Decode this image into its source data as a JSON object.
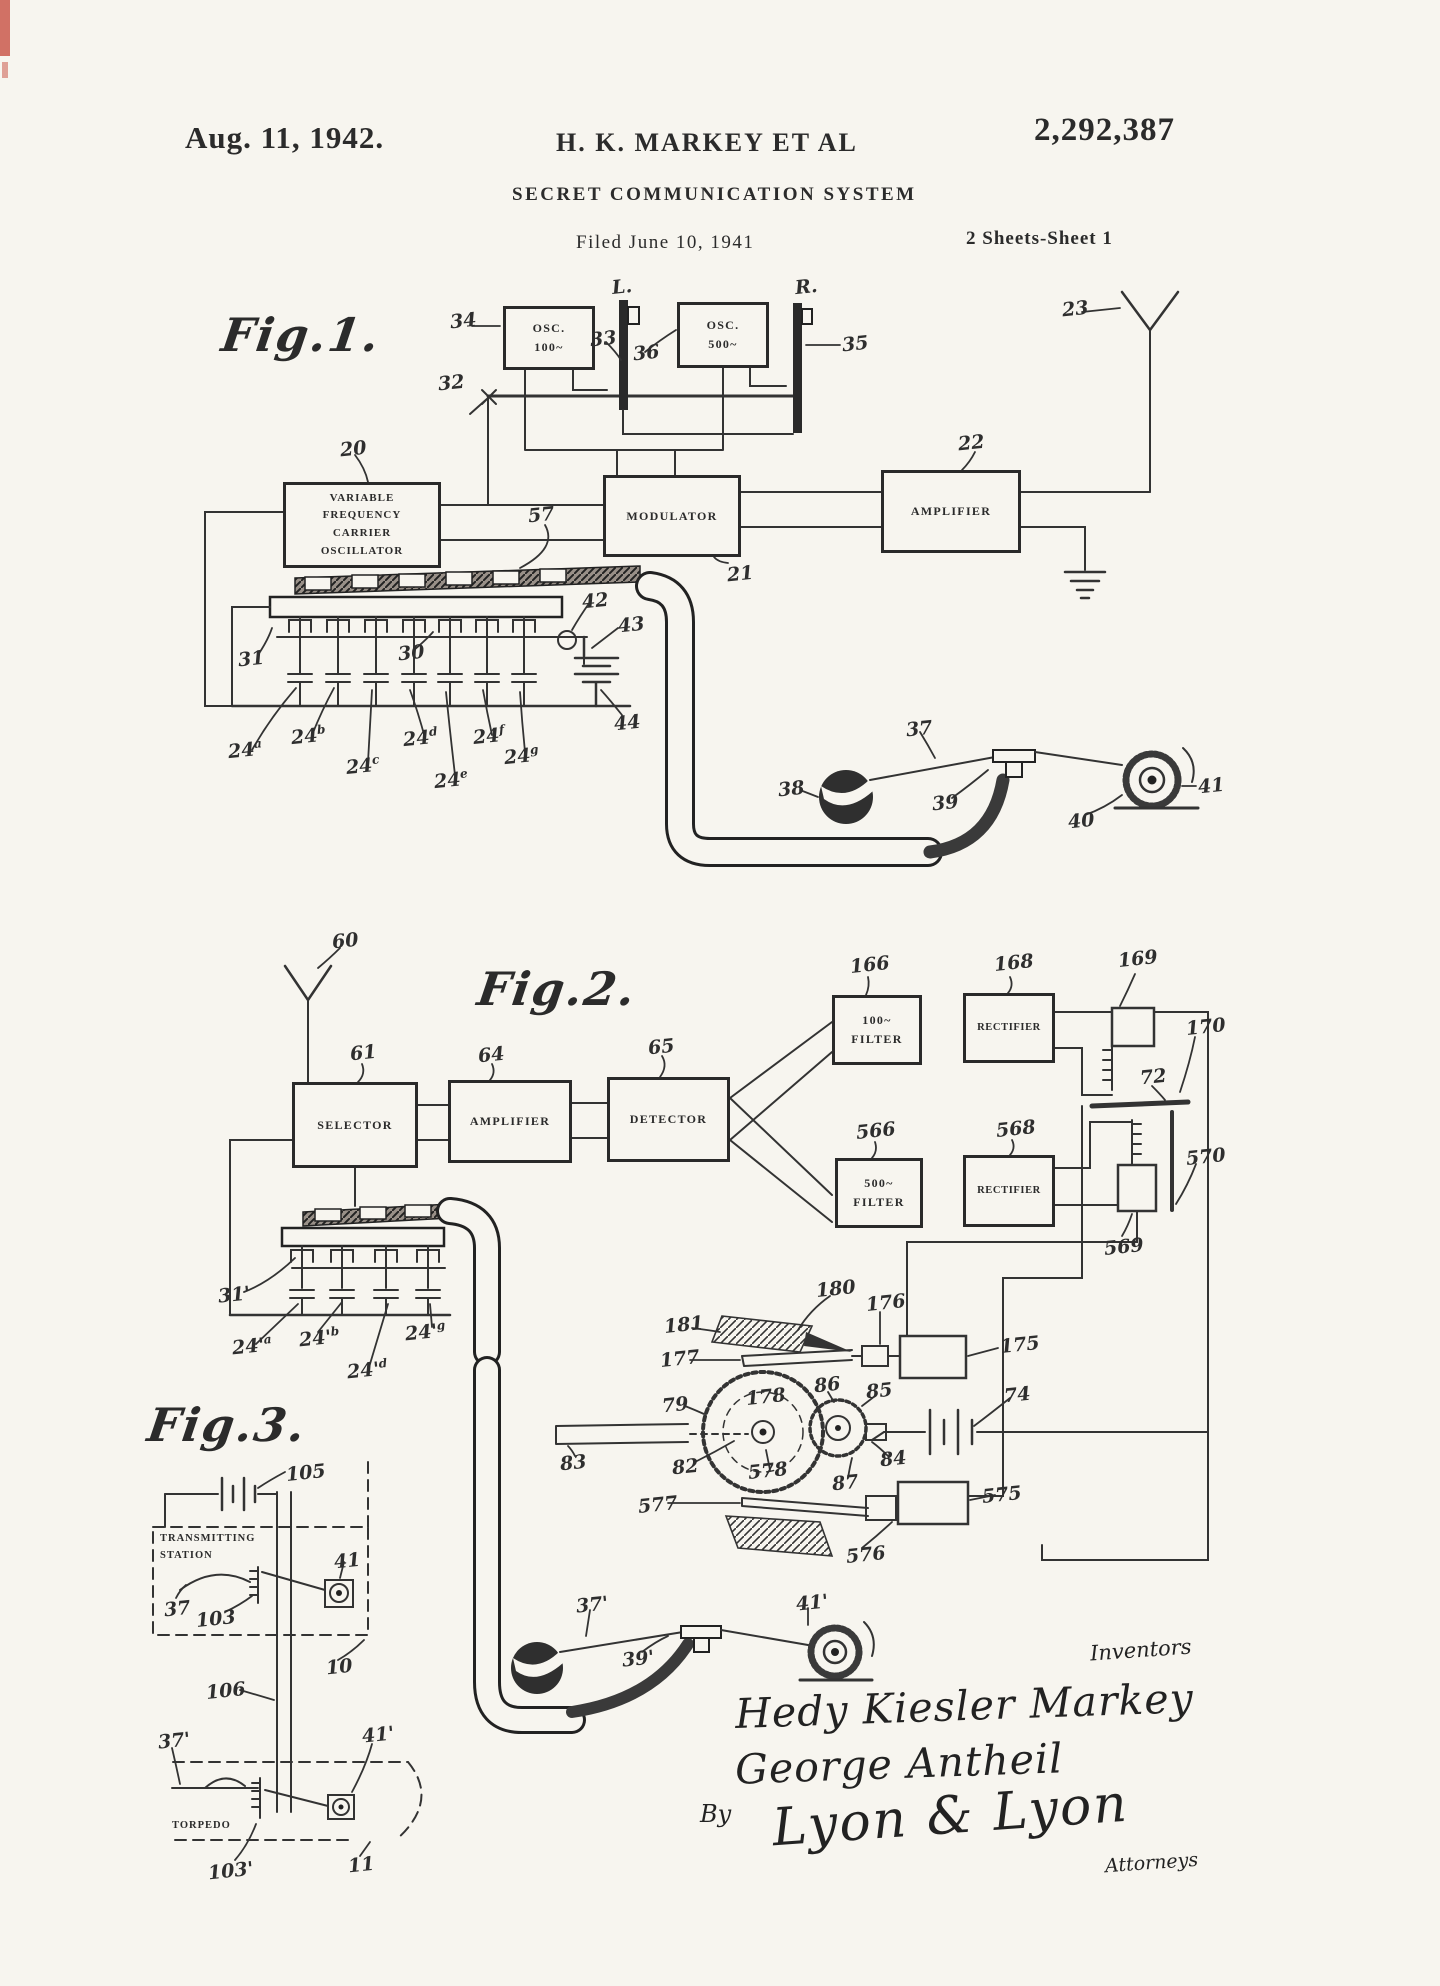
{
  "header": {
    "date": "Aug. 11, 1942.",
    "applicant": "H. K. MARKEY ET AL",
    "patent_number": "2,292,387",
    "doc_title": "SECRET COMMUNICATION SYSTEM",
    "filed": "Filed June 10, 1941",
    "sheet_info": "2 Sheets-Sheet 1"
  },
  "fig1": {
    "caption": "Fig.1.",
    "boxes": {
      "osc100": [
        "OSC.",
        "100~"
      ],
      "osc500": [
        "OSC.",
        "500~"
      ],
      "vfco": [
        "VARIABLE",
        "FREQUENCY",
        "CARRIER",
        "OSCILLATOR"
      ],
      "modulator": "MODULATOR",
      "amplifier": "AMPLIFIER"
    },
    "terminals": {
      "left": "L.",
      "right": "R."
    },
    "refs": {
      "n20": "20",
      "n21": "21",
      "n22": "22",
      "n23": "23",
      "n30": "30",
      "n31": "31",
      "n32": "32",
      "n33": "33",
      "n34": "34",
      "n35": "35",
      "n36": "36",
      "n37": "37",
      "n38": "38",
      "n39": "39",
      "n40": "40",
      "n41": "41",
      "n42": "42",
      "n43": "43",
      "n44": "44",
      "n57": "57",
      "n24a": {
        "base": "24",
        "sup": "a"
      },
      "n24b": {
        "base": "24",
        "sup": "b"
      },
      "n24c": {
        "base": "24",
        "sup": "c"
      },
      "n24d": {
        "base": "24",
        "sup": "d"
      },
      "n24e": {
        "base": "24",
        "sup": "e"
      },
      "n24f": {
        "base": "24",
        "sup": "f"
      },
      "n24g": {
        "base": "24",
        "sup": "g"
      }
    }
  },
  "fig2": {
    "caption": "Fig.2.",
    "boxes": {
      "selector": "SELECTOR",
      "amplifier": "AMPLIFIER",
      "detector": "DETECTOR",
      "filter100": [
        "100~",
        "FILTER"
      ],
      "rectifier1": "RECTIFIER",
      "filter500": [
        "500~",
        "FILTER"
      ],
      "rectifier2": "RECTIFIER"
    },
    "refs": {
      "n60": "60",
      "n61": "61",
      "n64": "64",
      "n65": "65",
      "n72": "72",
      "n74": "74",
      "n79": "79",
      "n82": "82",
      "n83": "83",
      "n84": "84",
      "n85": "85",
      "n86": "86",
      "n87": "87",
      "n166": "166",
      "n168": "168",
      "n169": "169",
      "n170": "170",
      "n175": "175",
      "n176": "176",
      "n177": "177",
      "n178": "178",
      "n180": "180",
      "n181": "181",
      "n566": "566",
      "n568": "568",
      "n569": "569",
      "n570": "570",
      "n575": "575",
      "n576": "576",
      "n577": "577",
      "n578": "578",
      "n31p": "31'",
      "n24pa": {
        "base": "24'",
        "sup": "a"
      },
      "n24pb": {
        "base": "24'",
        "sup": "b"
      },
      "n24pd": {
        "base": "24'",
        "sup": "d"
      },
      "n24pg": {
        "base": "24'",
        "sup": "g"
      },
      "n37p": "37'",
      "n39p": "39'",
      "n41p": "41'"
    }
  },
  "fig3": {
    "caption": "Fig.3.",
    "station_label": [
      "TRANSMITTING",
      "STATION"
    ],
    "torpedo_label": "TORPEDO",
    "refs": {
      "n10": "10",
      "n11": "11",
      "n37": "37",
      "n41": "41",
      "n103": "103",
      "n105": "105",
      "n106": "106",
      "n37p": "37'",
      "n41p": "41'",
      "n103p": "103'"
    }
  },
  "signatures": {
    "inventors_label": "Inventors",
    "inventor_1": "Hedy Kiesler Markey",
    "inventor_2": "George Antheil",
    "by_label": "By",
    "attorney_signature": "Lyon & Lyon",
    "attorneys_label": "Attorneys"
  }
}
